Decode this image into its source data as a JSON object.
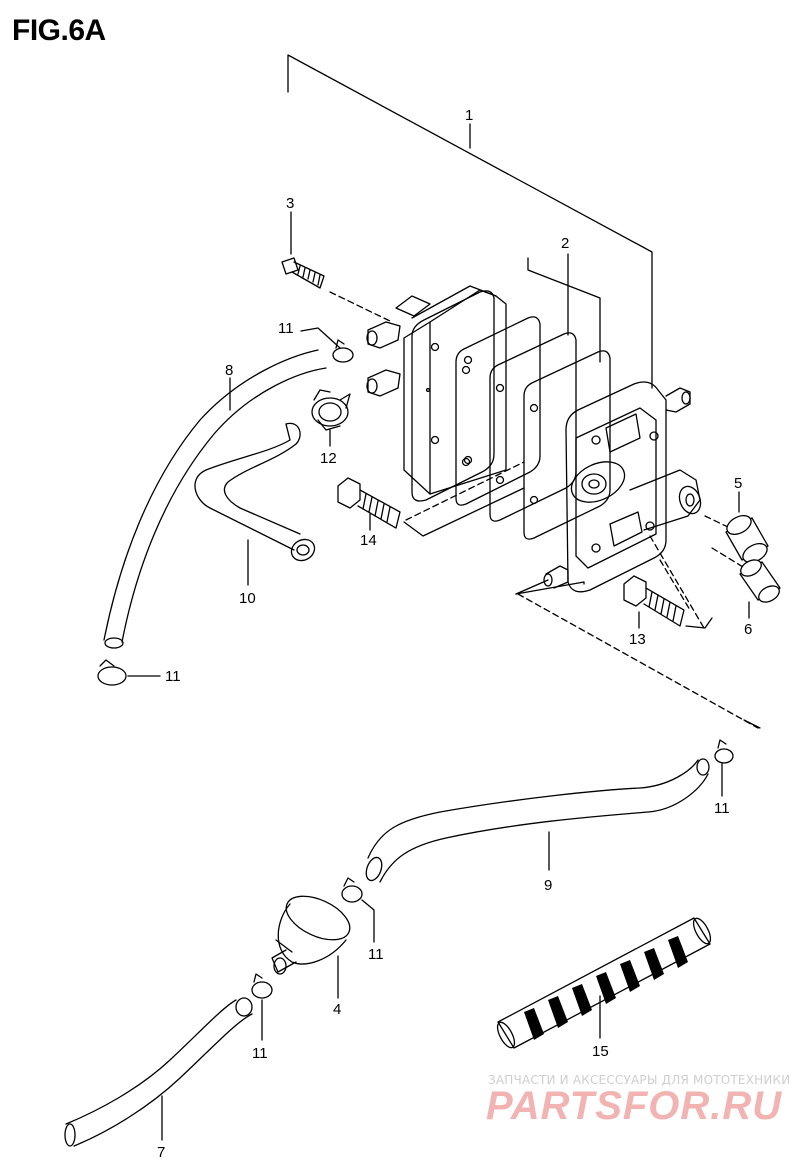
{
  "figure": {
    "title": "FIG.6A"
  },
  "callouts": [
    {
      "id": "1",
      "label": "1"
    },
    {
      "id": "2",
      "label": "2"
    },
    {
      "id": "3",
      "label": "3"
    },
    {
      "id": "4",
      "label": "4"
    },
    {
      "id": "5",
      "label": "5"
    },
    {
      "id": "6",
      "label": "6"
    },
    {
      "id": "7",
      "label": "7"
    },
    {
      "id": "8",
      "label": "8"
    },
    {
      "id": "9",
      "label": "9"
    },
    {
      "id": "10",
      "label": "10"
    },
    {
      "id": "11a",
      "label": "11"
    },
    {
      "id": "11b",
      "label": "11"
    },
    {
      "id": "11c",
      "label": "11"
    },
    {
      "id": "11d",
      "label": "11"
    },
    {
      "id": "11e",
      "label": "11"
    },
    {
      "id": "12",
      "label": "12"
    },
    {
      "id": "13",
      "label": "13"
    },
    {
      "id": "14",
      "label": "14"
    },
    {
      "id": "15",
      "label": "15"
    }
  ],
  "watermark": {
    "caption": "ЗАПЧАСТИ И АКСЕССУАРЫ ДЛЯ МОТОТЕХНИКИ",
    "brand": "PARTSFOR.RU",
    "brand_color": "#f2b3b3",
    "caption_color": "#cfcfcf"
  }
}
